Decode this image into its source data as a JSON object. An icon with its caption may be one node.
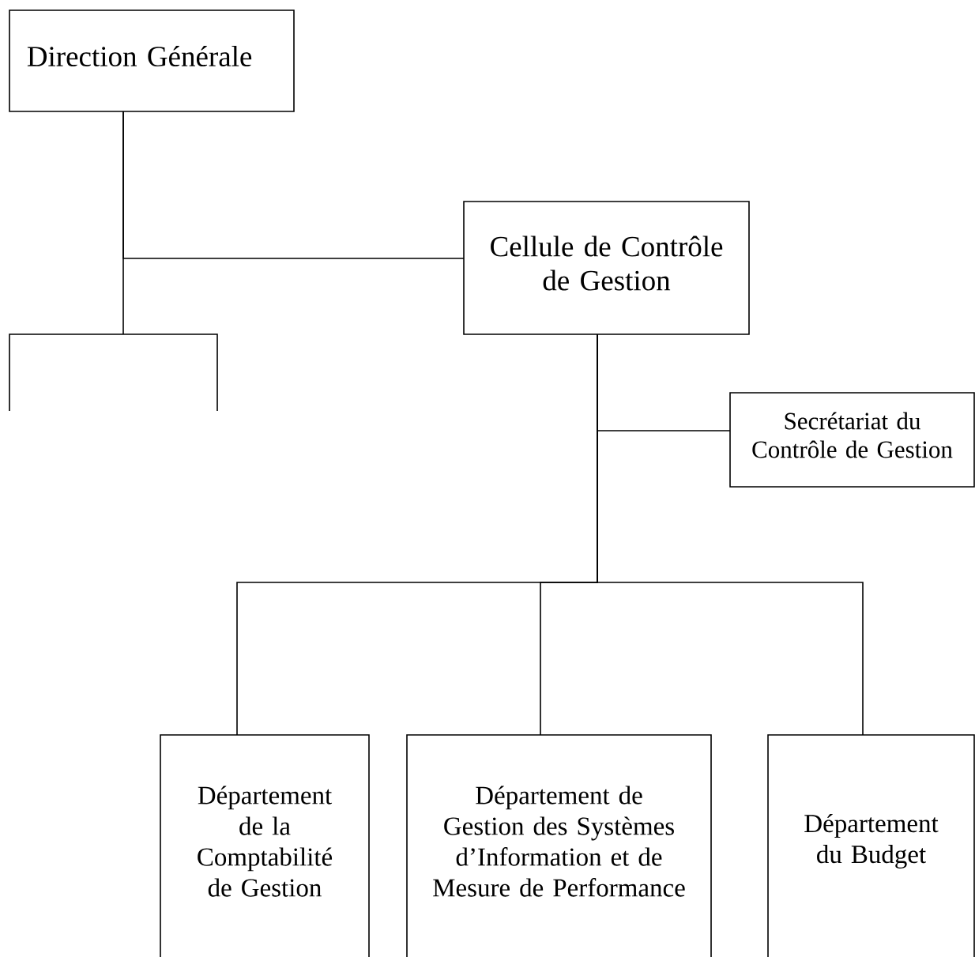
{
  "diagram": {
    "nodes": [
      {
        "text": [
          "Direction Générale"
        ]
      },
      {
        "text": [
          "Cellule de Contrôle de Gestion"
        ]
      },
      {
        "text": [],
        "shape": "box"
      },
      {
        "text": [
          "Secrétariat du Contrôle de Gestion"
        ]
      },
      {
        "text": [
          "Département de la Comptabilité de Gestion"
        ]
      },
      {
        "text": [
          "Département de Gestion des Systèmes d’Information et de Mesure de Performance"
        ]
      },
      {
        "text": [
          "Département du Budget"
        ]
      }
    ],
    "edges": [
      {
        "from": 0,
        "to": 2,
        "arrow": "none"
      },
      {
        "from": 0,
        "to": 1,
        "arrow": "none"
      },
      {
        "from": 1,
        "to": 3,
        "arrow": "none"
      },
      {
        "from": 1,
        "to": 4,
        "arrow": "none"
      },
      {
        "from": 1,
        "to": 5,
        "arrow": "none"
      },
      {
        "from": 1,
        "to": 6,
        "arrow": "none"
      }
    ]
  }
}
